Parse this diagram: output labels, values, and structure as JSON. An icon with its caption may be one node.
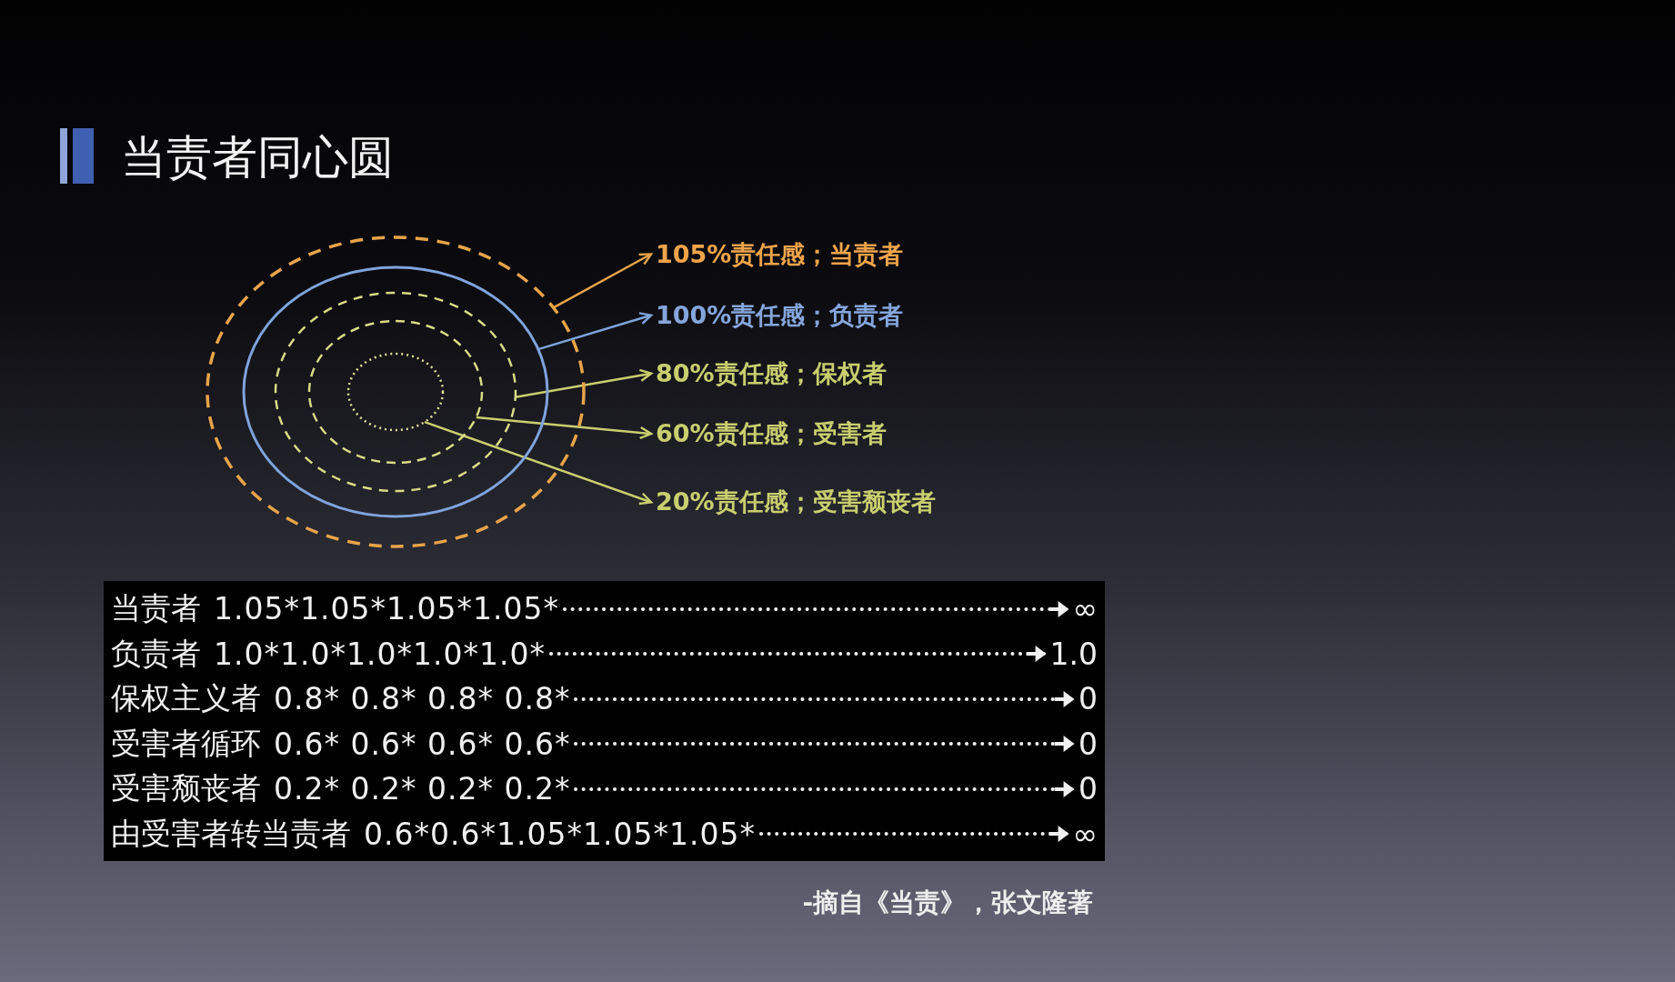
{
  "diagram": {
    "title": "当责者同心圆",
    "caption": "-摘自《当责》，张文隆著",
    "nodes": [
      {
        "text": [],
        "shape": "circle"
      },
      {
        "text": [],
        "shape": "circle",
        "in": 0
      },
      {
        "text": [],
        "shape": "circle",
        "in": 1
      },
      {
        "text": [],
        "shape": "circle",
        "in": 2
      },
      {
        "text": [],
        "shape": "circle",
        "in": 3
      },
      {
        "text": [
          "105%责任感；当责者"
        ]
      },
      {
        "text": [
          "100%责任感；负责者"
        ]
      },
      {
        "text": [
          "80%责任感；保权者"
        ]
      },
      {
        "text": [
          "60%责任感；受害者"
        ]
      },
      {
        "text": [
          "20%责任感；受害颓丧者"
        ]
      }
    ],
    "edges": [
      {
        "from": 0,
        "to": 5,
        "arrow": "to",
        "color": "#e8a44a"
      },
      {
        "from": 1,
        "to": 6,
        "arrow": "to",
        "color": "#7fa4dc"
      },
      {
        "from": 2,
        "to": 7,
        "arrow": "to"
      },
      {
        "from": 3,
        "to": 8,
        "arrow": "to"
      },
      {
        "from": 4,
        "to": 9,
        "arrow": "to"
      }
    ],
    "labels": [
      "当责者",
      "1.05*1.05*1.05*1.05*",
      "∞",
      "负责者",
      "1.0*1.0*1.0*1.0*1.0*",
      "1.0",
      "保权主义者",
      "0.8* 0.8* 0.8* 0.8*",
      "0",
      "受害者循环",
      "0.6* 0.6* 0.6* 0.6*",
      "0",
      "受害颓丧者",
      "0.2* 0.2* 0.2* 0.2*",
      "0",
      "由受害者转当责者",
      "0.6*0.6*1.05*1.05*1.05*",
      "∞"
    ]
  }
}
